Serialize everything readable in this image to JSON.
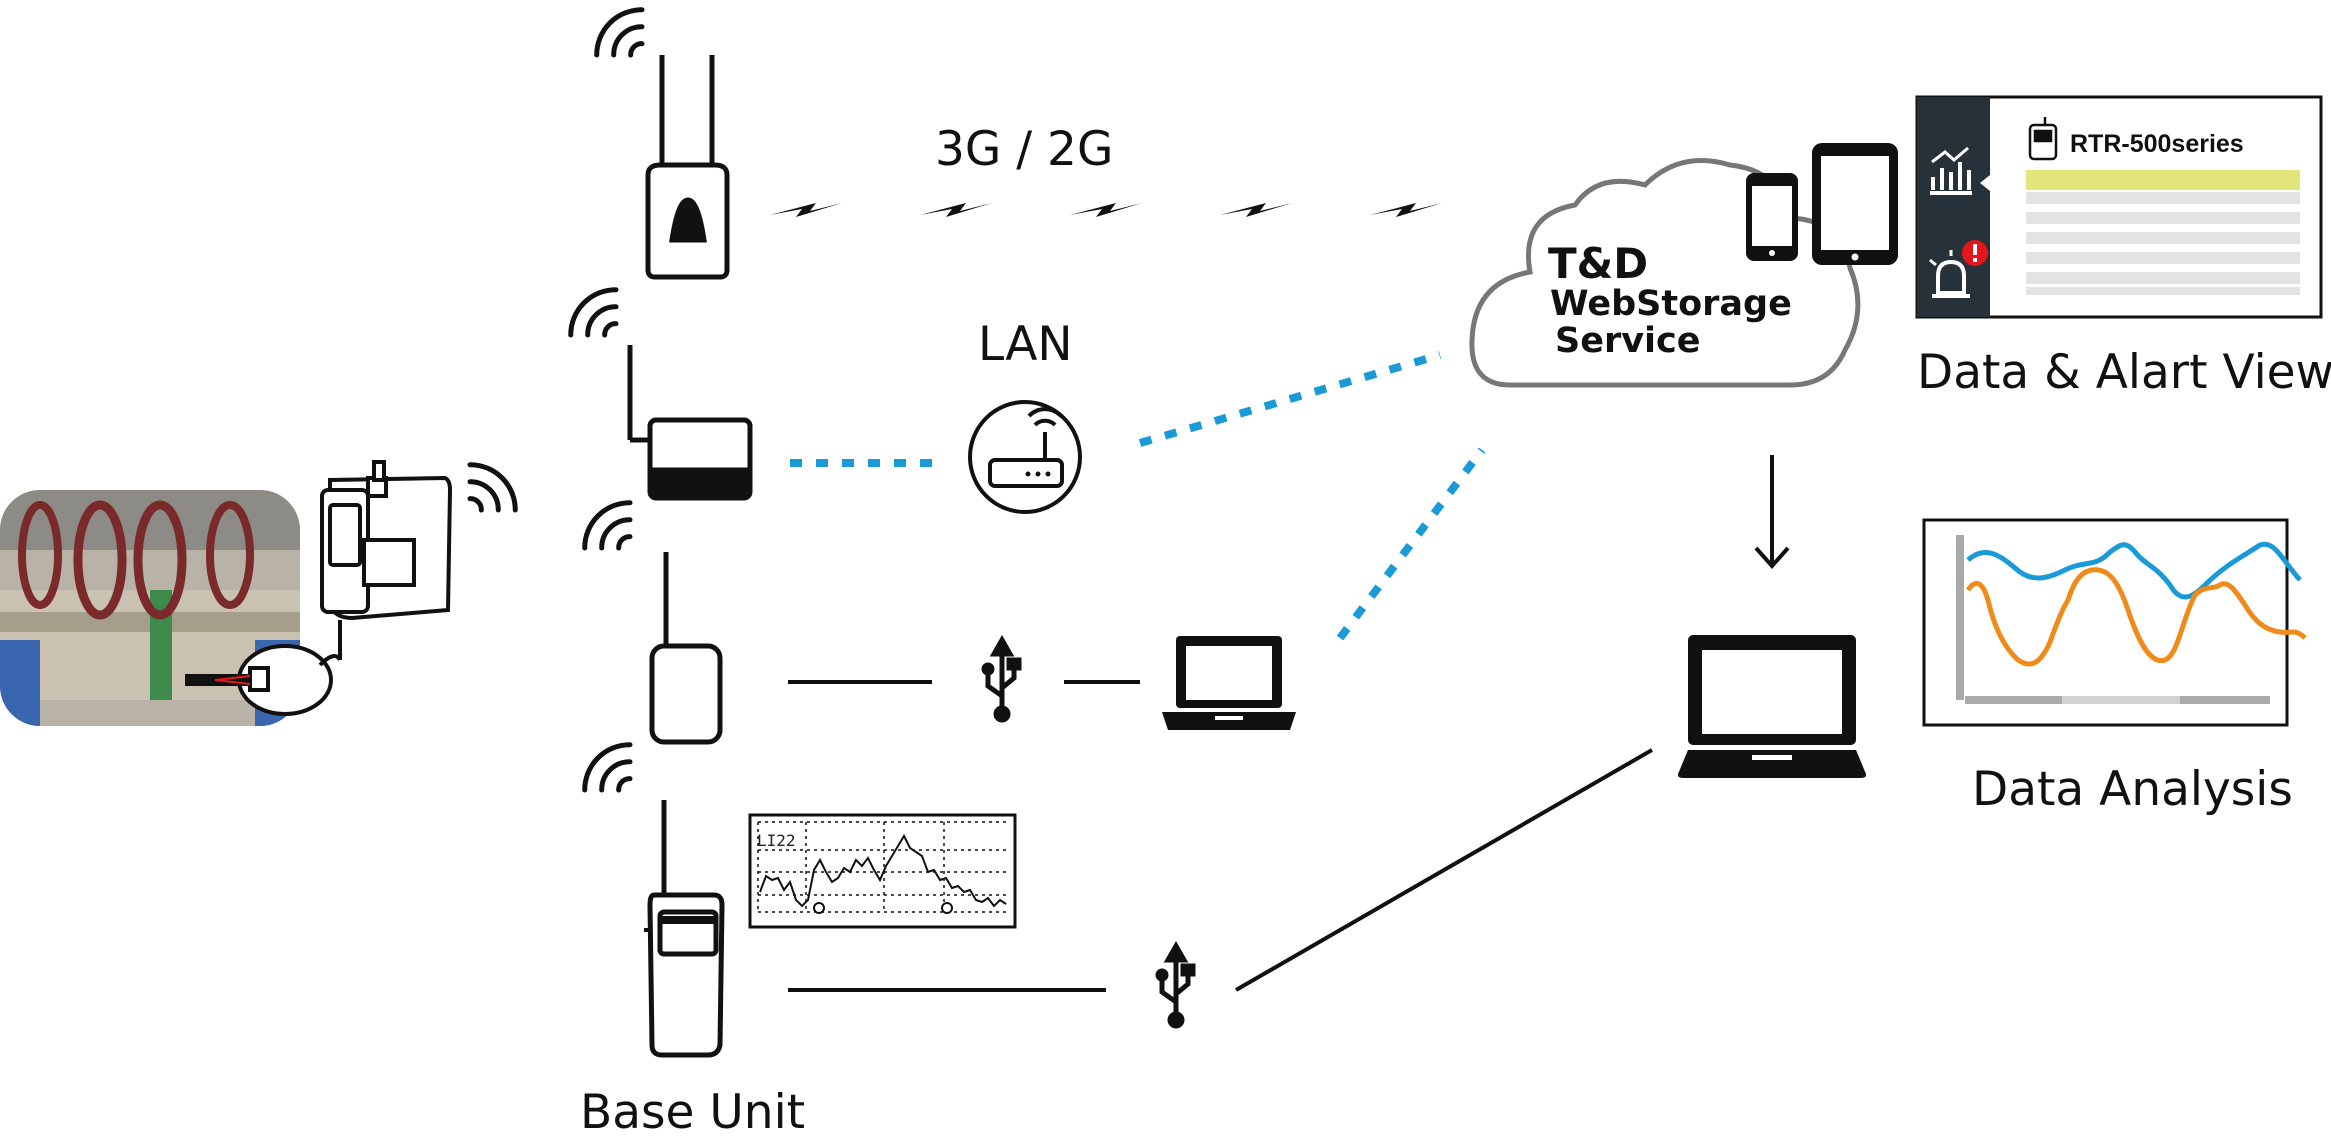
{
  "labels": {
    "network_3g": "3G / 2G",
    "network_lan": "LAN",
    "cloud_line1": "T&D",
    "cloud_line2": "WebStorage",
    "cloud_line3": "Service",
    "data_alert_view": "Data & Alart View",
    "data_analysis": "Data Analysis",
    "base_unit": "Base Unit",
    "app_panel_title": "RTR-500series",
    "lcd_text": "LI22"
  },
  "colors": {
    "line": "#111111",
    "dotted_link": "#1a9ad6",
    "series_blue": "#1a9ad6",
    "series_orange": "#f08a1a",
    "highlight_row": "#e2e67a",
    "panel_dark": "#27313a",
    "alert_red": "#e3161c"
  },
  "icons": [
    "sensor-photo-icon",
    "wifi-icon",
    "antenna-base-icon",
    "lan-base-icon",
    "usb-base-icon",
    "handheld-base-icon",
    "router-icon",
    "usb-icon",
    "laptop-icon",
    "cloud-icon",
    "smartphone-icon",
    "tablet-icon",
    "chart-icon",
    "alarm-icon",
    "down-arrow-icon"
  ]
}
